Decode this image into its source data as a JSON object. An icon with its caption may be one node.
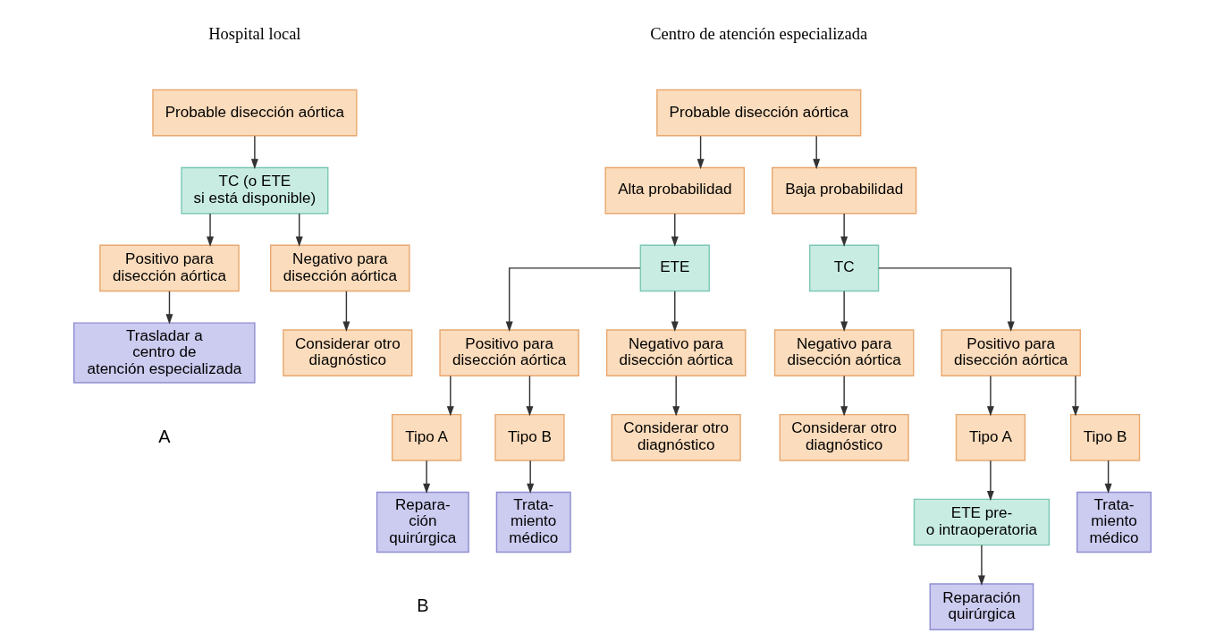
{
  "diagram": {
    "nodes": [
      {
        "text": [
          "Probable disección aórtica"
        ]
      },
      {
        "text": [
          "TC (o ETE si está disponible)"
        ]
      },
      {
        "text": [
          "Positivo para disección aórtica"
        ]
      },
      {
        "text": [
          "Negativo para disección aórtica"
        ]
      },
      {
        "text": [
          "Trasladar a centro de atención especializada"
        ]
      },
      {
        "text": [
          "Considerar otro diagnóstico"
        ]
      },
      {
        "text": [
          "Probable disección aórtica"
        ]
      },
      {
        "text": [
          "Alta probabilidad"
        ]
      },
      {
        "text": [
          "Baja probabilidad"
        ]
      },
      {
        "text": [
          "ETE"
        ]
      },
      {
        "text": [
          "TC"
        ]
      },
      {
        "text": [
          "Positivo para disección aórtica"
        ]
      },
      {
        "text": [
          "Negativo para disección aórtica"
        ]
      },
      {
        "text": [
          "Negativo para disección aórtica"
        ]
      },
      {
        "text": [
          "Positivo para disección aórtica"
        ]
      },
      {
        "text": [
          "Tipo A"
        ]
      },
      {
        "text": [
          "Tipo B"
        ]
      },
      {
        "text": [
          "Considerar otro diagnóstico"
        ]
      },
      {
        "text": [
          "Considerar otro diagnóstico"
        ]
      },
      {
        "text": [
          "Tipo A"
        ]
      },
      {
        "text": [
          "Tipo B"
        ]
      },
      {
        "text": [
          "Repara- ción quirúrgica"
        ]
      },
      {
        "text": [
          "Trata- miento médico"
        ]
      },
      {
        "text": [
          "ETE pre- o intraoperatoria"
        ]
      },
      {
        "text": [
          "Trata- miento médico"
        ]
      },
      {
        "text": [
          "Reparación quirúrgica"
        ]
      }
    ],
    "edges": [
      {
        "from": 0,
        "to": 1,
        "arrow": "to"
      },
      {
        "from": 1,
        "to": 2,
        "arrow": "to"
      },
      {
        "from": 1,
        "to": 3,
        "arrow": "to"
      },
      {
        "from": 2,
        "to": 4,
        "arrow": "to"
      },
      {
        "from": 3,
        "to": 5,
        "arrow": "to"
      },
      {
        "from": 6,
        "to": 7,
        "arrow": "to"
      },
      {
        "from": 6,
        "to": 8,
        "arrow": "to"
      },
      {
        "from": 7,
        "to": 9,
        "arrow": "to"
      },
      {
        "from": 8,
        "to": 10,
        "arrow": "to"
      },
      {
        "from": 9,
        "to": 11,
        "arrow": "to"
      },
      {
        "from": 9,
        "to": 12,
        "arrow": "to"
      },
      {
        "from": 10,
        "to": 13,
        "arrow": "to"
      },
      {
        "from": 10,
        "to": 14,
        "arrow": "to"
      },
      {
        "from": 11,
        "to": 15,
        "arrow": "to"
      },
      {
        "from": 11,
        "to": 16,
        "arrow": "to"
      },
      {
        "from": 12,
        "to": 17,
        "arrow": "to"
      },
      {
        "from": 13,
        "to": 18,
        "arrow": "to"
      },
      {
        "from": 14,
        "to": 19,
        "arrow": "to"
      },
      {
        "from": 14,
        "to": 20,
        "arrow": "to"
      },
      {
        "from": 15,
        "to": 21,
        "arrow": "to"
      },
      {
        "from": 16,
        "to": 22,
        "arrow": "to"
      },
      {
        "from": 19,
        "to": 23,
        "arrow": "to"
      },
      {
        "from": 20,
        "to": 24,
        "arrow": "to"
      },
      {
        "from": 23,
        "to": 25,
        "arrow": "to"
      }
    ],
    "labels": [
      "Hospital local",
      "Centro de atención especializada",
      "A",
      "B"
    ]
  }
}
